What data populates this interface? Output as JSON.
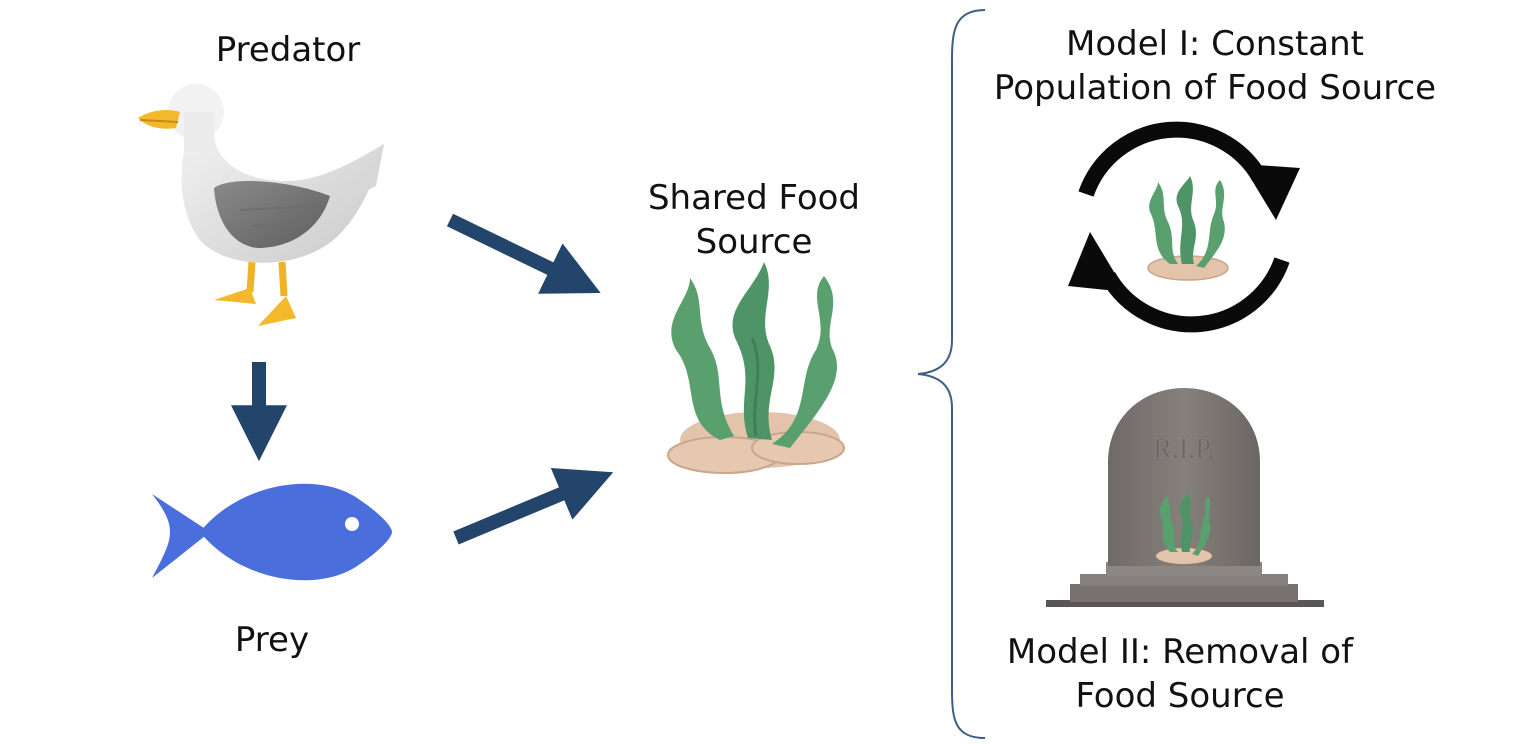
{
  "labels": {
    "predator": "Predator",
    "prey": "Prey",
    "shared_food_line1": "Shared Food",
    "shared_food_line2": "Source",
    "model1_line1": "Model I: Constant",
    "model1_line2": "Population of Food Source",
    "model2_line1": "Model II: Removal of",
    "model2_line2": "Food Source",
    "tombstone_text": "R.I.P."
  },
  "colors": {
    "arrow": "#24456b",
    "brace": "#3d5f86",
    "fish": "#4a6fdc",
    "seaweed": "#5aa06e",
    "seaweed_dark": "#3f7f54",
    "rock": "#e2c1a8",
    "tombstone": "#7a7572",
    "cycle_arrows": "#0a0a0a"
  },
  "icons": [
    "duck-icon",
    "fish-icon",
    "seaweed-icon",
    "cycle-arrows-icon",
    "tombstone-icon"
  ]
}
